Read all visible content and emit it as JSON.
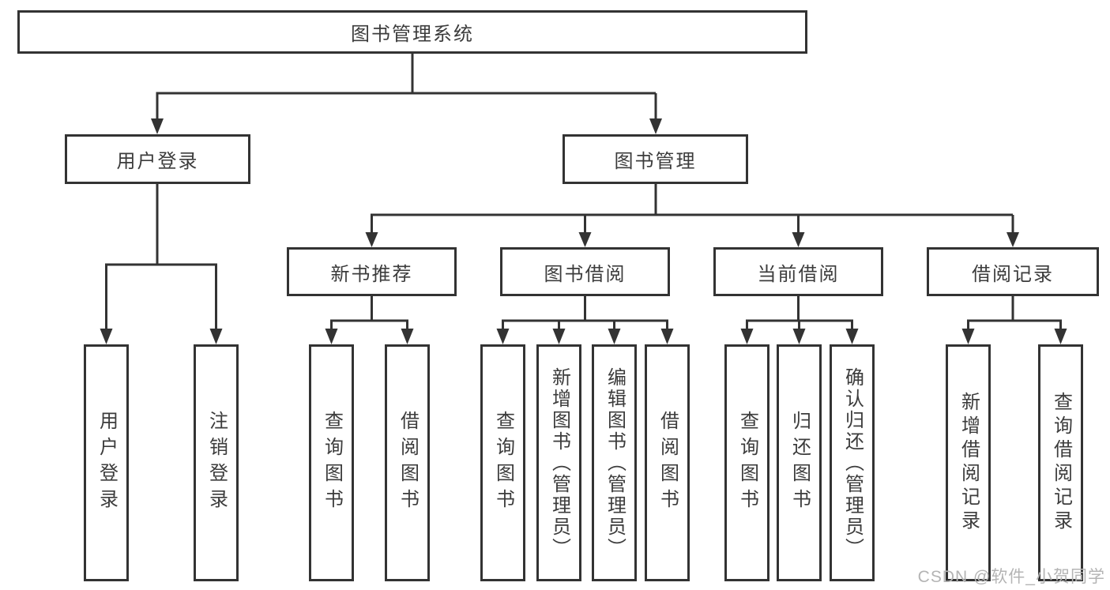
{
  "tree": {
    "root": {
      "label": "图书管理系统"
    },
    "branches": [
      {
        "label": "用户登录",
        "children": [
          {
            "label": "用户登录"
          },
          {
            "label": "注销登录"
          }
        ]
      },
      {
        "label": "图书管理",
        "sections": [
          {
            "label": "新书推荐",
            "children": [
              {
                "label": "查询图书"
              },
              {
                "label": "借阅图书"
              }
            ]
          },
          {
            "label": "图书借阅",
            "children": [
              {
                "label": "查询图书"
              },
              {
                "label": "新增图书（管理员）"
              },
              {
                "label": "编辑图书（管理员）"
              },
              {
                "label": "借阅图书"
              }
            ]
          },
          {
            "label": "当前借阅",
            "children": [
              {
                "label": "查询图书"
              },
              {
                "label": "归还图书"
              },
              {
                "label": "确认归还（管理员）"
              }
            ]
          },
          {
            "label": "借阅记录",
            "children": [
              {
                "label": "新增借阅记录"
              },
              {
                "label": "查询借阅记录"
              }
            ]
          }
        ]
      }
    ]
  },
  "watermark": {
    "text": "CSDN @软件_小贺同学"
  },
  "colors": {
    "line": "#333333",
    "text": "#3c3c3c",
    "box_background": "#ffffff",
    "watermark": "#b4b4b4"
  }
}
